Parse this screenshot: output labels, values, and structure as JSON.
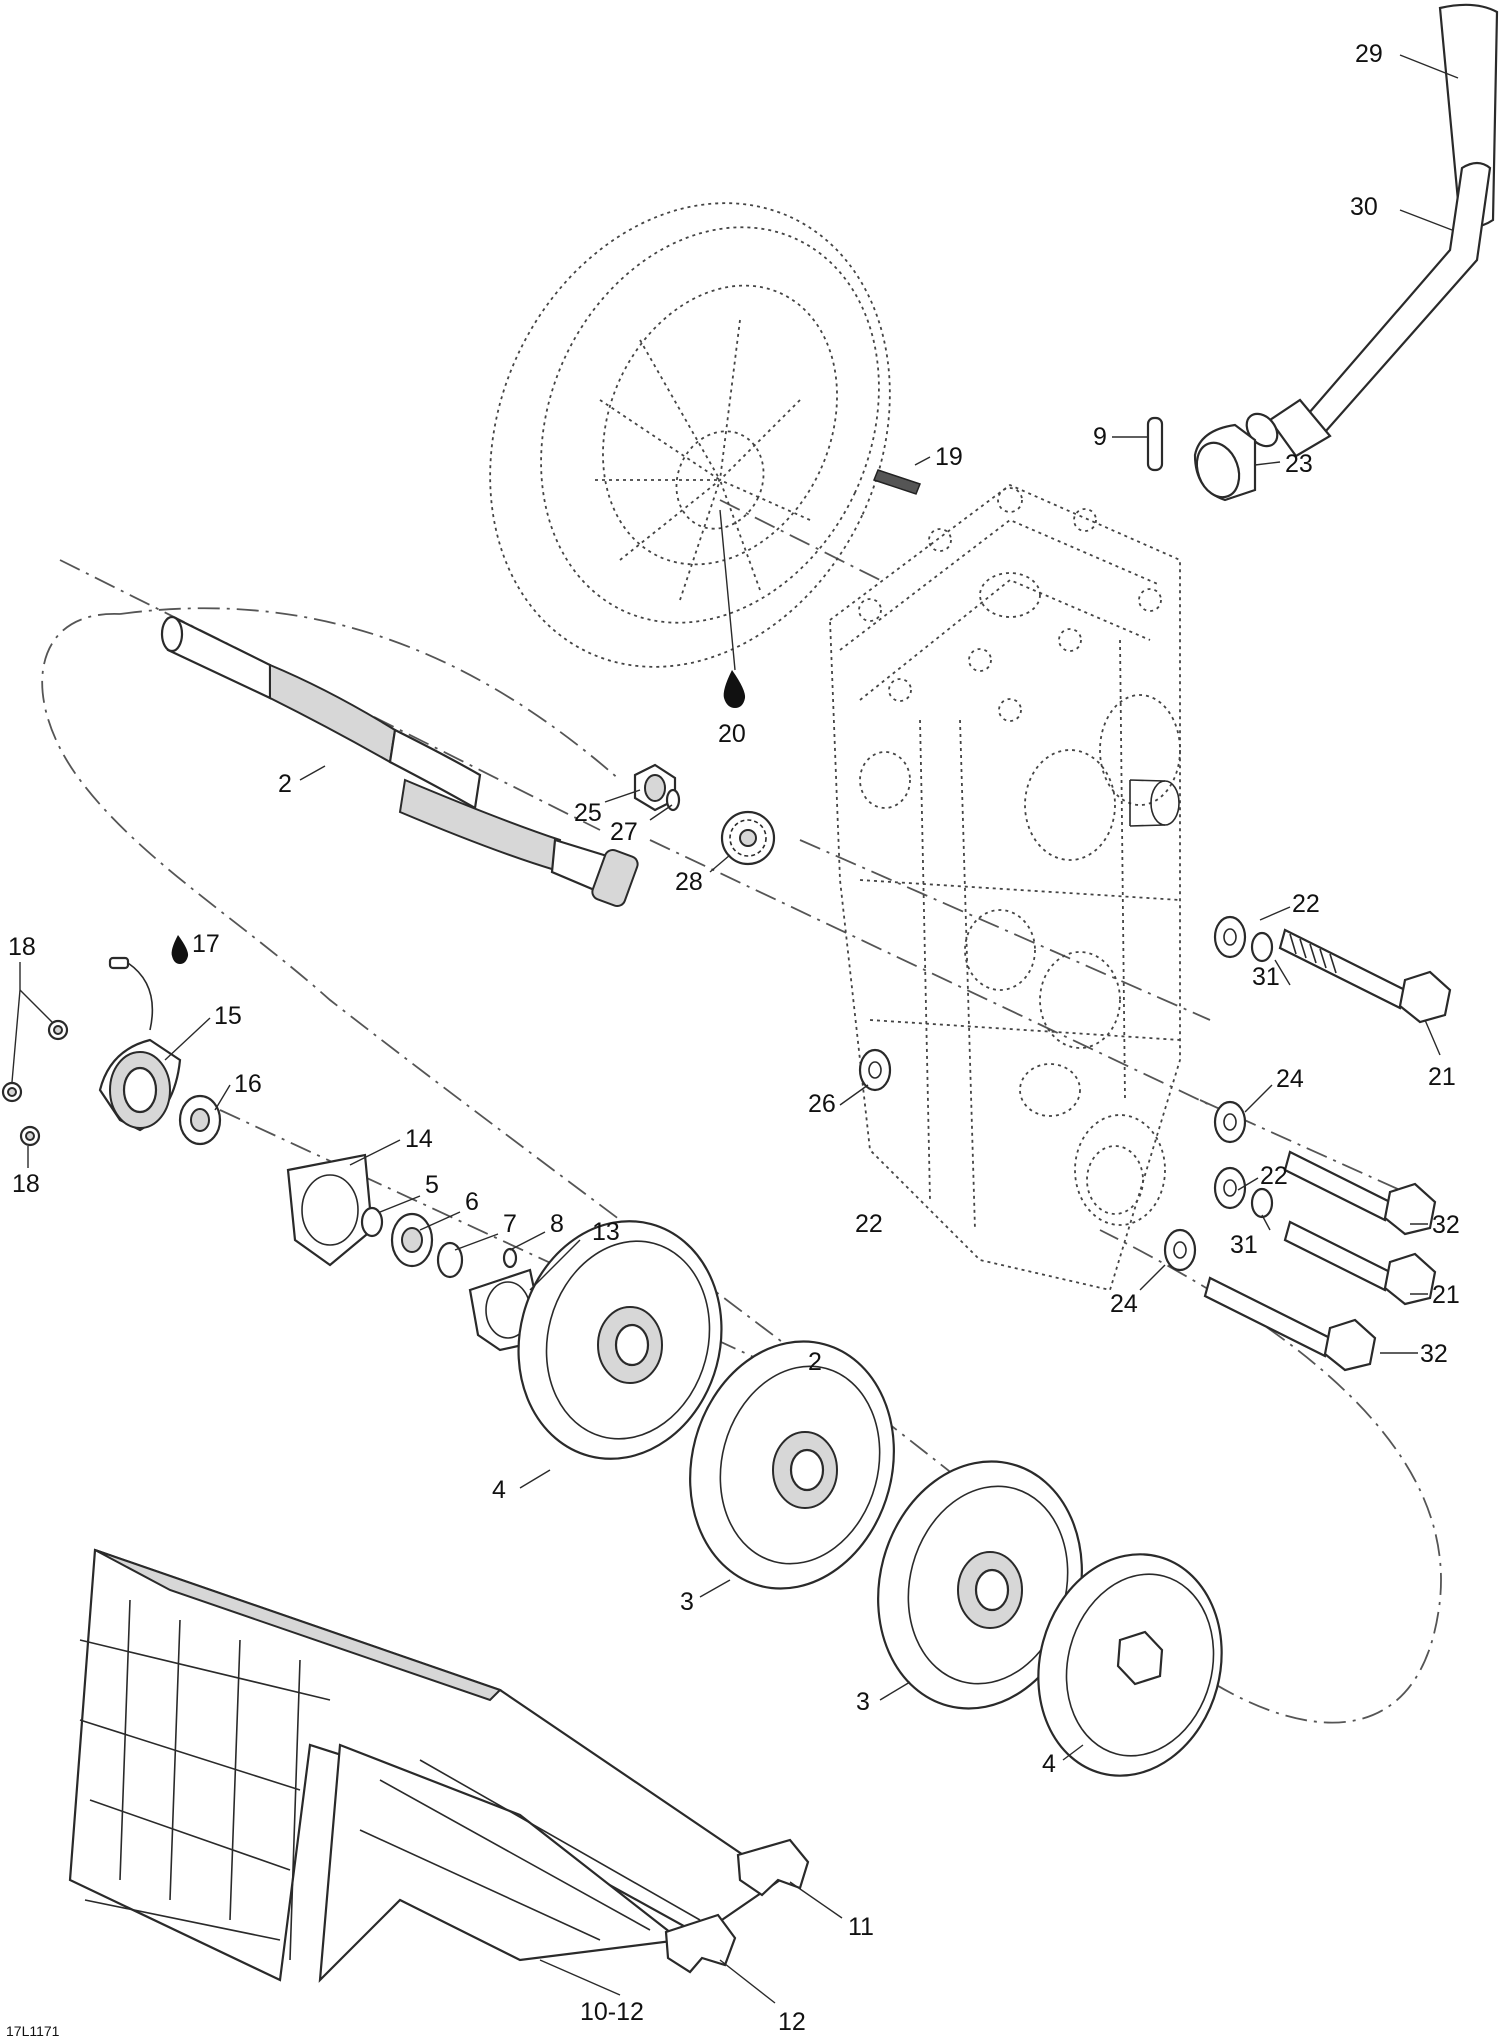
{
  "diagram": {
    "reference_code": "17L1171",
    "labels": {
      "l29": "29",
      "l30": "30",
      "l9": "9",
      "l19": "19",
      "l23": "23",
      "l20": "20",
      "l2a": "2",
      "l25": "25",
      "l27": "27",
      "l28": "28",
      "l22a": "22",
      "l31a": "31",
      "l21a": "21",
      "l18a": "18",
      "l17": "17",
      "l15": "15",
      "l16": "16",
      "l18b": "18",
      "l26": "26",
      "l24a": "24",
      "l14": "14",
      "l5": "5",
      "l6": "6",
      "l7": "7",
      "l8": "8",
      "l13": "13",
      "l22b": "22",
      "l22c": "22",
      "l32a": "32",
      "l31b": "31",
      "l21b": "21",
      "l24b": "24",
      "l32b": "32",
      "l2b": "2",
      "l4a": "4",
      "l3a": "3",
      "l3b": "3",
      "l4b": "4",
      "l11": "11",
      "l10_12": "10-12",
      "l12": "12"
    },
    "icons": [
      "oil-drop-icon",
      "oil-drop-icon"
    ]
  }
}
